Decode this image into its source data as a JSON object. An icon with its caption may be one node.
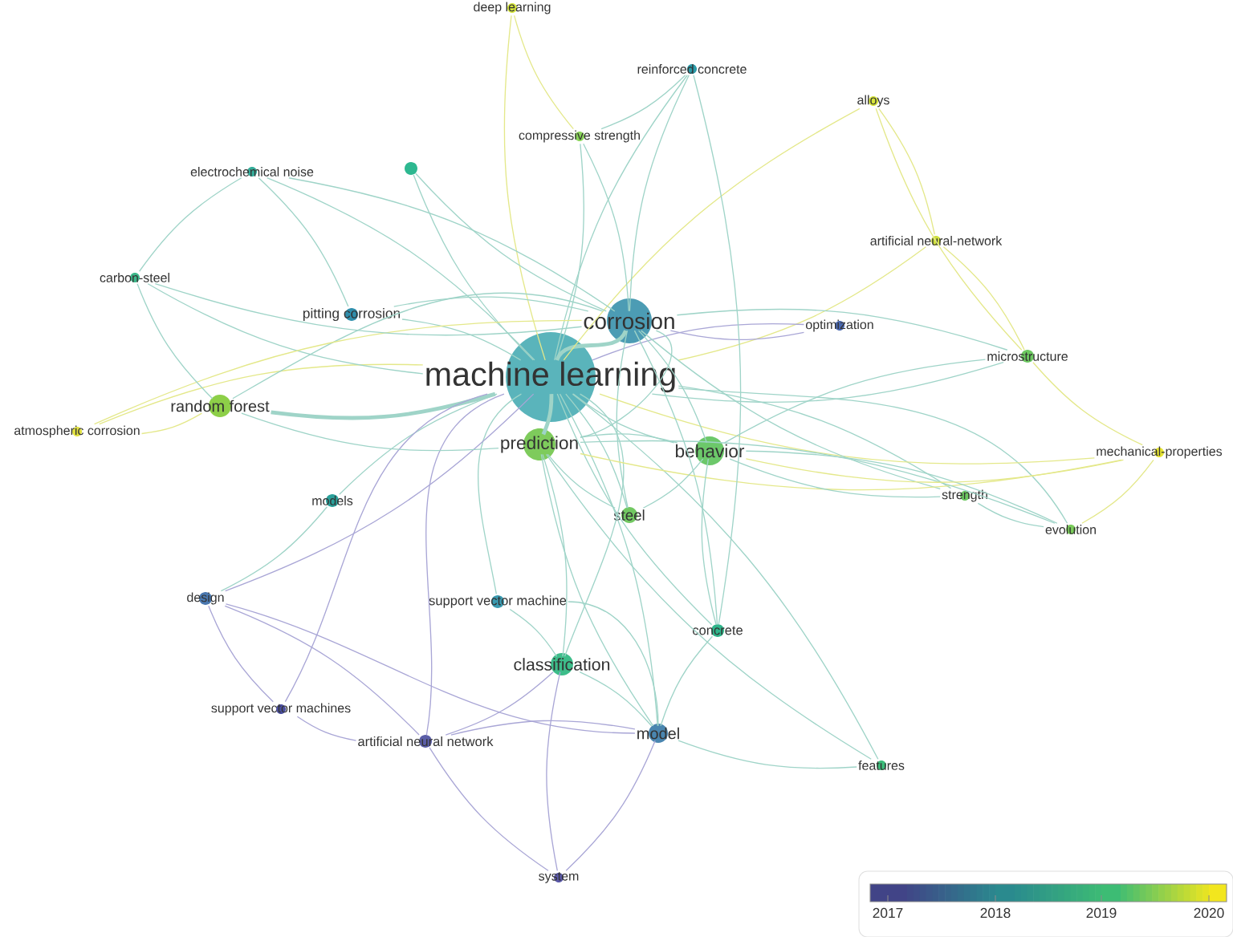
{
  "diagram": {
    "nodes": [
      {
        "text": [
          "machine learning"
        ]
      },
      {
        "text": [
          "corrosion"
        ]
      },
      {
        "text": [
          "prediction"
        ]
      },
      {
        "text": [
          "behavior"
        ]
      },
      {
        "text": [
          "steel"
        ]
      },
      {
        "text": [
          "classification"
        ]
      },
      {
        "text": [
          "model"
        ]
      },
      {
        "text": [
          "concrete"
        ]
      },
      {
        "text": [
          "support vector machine"
        ]
      },
      {
        "text": [
          "artificial neural network"
        ]
      },
      {
        "text": [
          "support vector machines"
        ]
      },
      {
        "text": [
          "design"
        ]
      },
      {
        "text": [
          "models"
        ]
      },
      {
        "text": [
          "random forest"
        ]
      },
      {
        "text": [
          "atmospheric corrosion"
        ]
      },
      {
        "text": [
          "carbon-steel"
        ]
      },
      {
        "text": [
          "electrochemical noise"
        ]
      },
      {
        "text": [],
        "shape": "circle"
      },
      {
        "text": [
          "pitting corrosion"
        ]
      },
      {
        "text": [
          "deep learning"
        ]
      },
      {
        "text": [
          "compressive strength"
        ]
      },
      {
        "text": [
          "reinforced concrete"
        ]
      },
      {
        "text": [
          "alloys"
        ]
      },
      {
        "text": [
          "artificial neural-network"
        ]
      },
      {
        "text": [
          "optimization"
        ]
      },
      {
        "text": [
          "microstructure"
        ]
      },
      {
        "text": [
          "mechanical-properties"
        ]
      },
      {
        "text": [
          "strength"
        ]
      },
      {
        "text": [
          "evolution"
        ]
      },
      {
        "text": [
          "features"
        ]
      },
      {
        "text": [
          "system"
        ]
      }
    ],
    "edges": [
      {
        "from": 0,
        "to": 1,
        "arrow": "none",
        "style": "thick"
      },
      {
        "from": 0,
        "to": 2,
        "arrow": "none",
        "style": "thick"
      },
      {
        "from": 0,
        "to": 3,
        "arrow": "none"
      },
      {
        "from": 0,
        "to": 4,
        "arrow": "none"
      },
      {
        "from": 0,
        "to": 5,
        "arrow": "none"
      },
      {
        "from": 0,
        "to": 6,
        "arrow": "none"
      },
      {
        "from": 0,
        "to": 7,
        "arrow": "none"
      },
      {
        "from": 0,
        "to": 8,
        "arrow": "none"
      },
      {
        "from": 0,
        "to": 9,
        "arrow": "none",
        "color": "#a9a6d6"
      },
      {
        "from": 0,
        "to": 11,
        "arrow": "none",
        "color": "#a9a6d6"
      },
      {
        "from": 0,
        "to": 12,
        "arrow": "none"
      },
      {
        "from": 0,
        "to": 13,
        "arrow": "none",
        "style": "thick"
      },
      {
        "from": 0,
        "to": 14,
        "arrow": "none",
        "color": "#e4e88a"
      },
      {
        "from": 0,
        "to": 15,
        "arrow": "none"
      },
      {
        "from": 0,
        "to": 16,
        "arrow": "none"
      },
      {
        "from": 0,
        "to": 17,
        "arrow": "none"
      },
      {
        "from": 0,
        "to": 18,
        "arrow": "none"
      },
      {
        "from": 0,
        "to": 19,
        "arrow": "none",
        "color": "#e4e88a"
      },
      {
        "from": 0,
        "to": 20,
        "arrow": "none"
      },
      {
        "from": 0,
        "to": 21,
        "arrow": "none"
      },
      {
        "from": 0,
        "to": 23,
        "arrow": "none",
        "color": "#e4e88a"
      },
      {
        "from": 0,
        "to": 24,
        "arrow": "none",
        "color": "#a9a6d6"
      },
      {
        "from": 0,
        "to": 25,
        "arrow": "none"
      },
      {
        "from": 0,
        "to": 27,
        "arrow": "none"
      },
      {
        "from": 0,
        "to": 28,
        "arrow": "none"
      },
      {
        "from": 0,
        "to": 29,
        "arrow": "none"
      },
      {
        "from": 9,
        "to": 30,
        "arrow": "none",
        "color": "#a9a6d6"
      },
      {
        "from": 0,
        "to": 22,
        "arrow": "none",
        "color": "#e4e88a"
      },
      {
        "from": 0,
        "to": 26,
        "arrow": "none",
        "color": "#e4e88a"
      },
      {
        "from": 0,
        "to": 10,
        "arrow": "none",
        "color": "#a9a6d6"
      },
      {
        "from": 1,
        "to": 2,
        "arrow": "none"
      },
      {
        "from": 1,
        "to": 3,
        "arrow": "none"
      },
      {
        "from": 1,
        "to": 4,
        "arrow": "none"
      },
      {
        "from": 1,
        "to": 13,
        "arrow": "none"
      },
      {
        "from": 1,
        "to": 14,
        "arrow": "none",
        "color": "#e4e88a"
      },
      {
        "from": 1,
        "to": 15,
        "arrow": "none"
      },
      {
        "from": 1,
        "to": 16,
        "arrow": "none"
      },
      {
        "from": 1,
        "to": 17,
        "arrow": "none"
      },
      {
        "from": 1,
        "to": 18,
        "arrow": "none"
      },
      {
        "from": 1,
        "to": 21,
        "arrow": "none"
      },
      {
        "from": 1,
        "to": 24,
        "arrow": "none",
        "color": "#a9a6d6"
      },
      {
        "from": 1,
        "to": 25,
        "arrow": "none"
      },
      {
        "from": 1,
        "to": 27,
        "arrow": "none"
      },
      {
        "from": 1,
        "to": 7,
        "arrow": "none"
      },
      {
        "from": 1,
        "to": 20,
        "arrow": "none"
      },
      {
        "from": 2,
        "to": 3,
        "arrow": "none"
      },
      {
        "from": 2,
        "to": 4,
        "arrow": "none"
      },
      {
        "from": 2,
        "to": 5,
        "arrow": "none"
      },
      {
        "from": 2,
        "to": 6,
        "arrow": "none"
      },
      {
        "from": 2,
        "to": 13,
        "arrow": "none"
      },
      {
        "from": 20,
        "to": 21,
        "arrow": "none"
      },
      {
        "from": 22,
        "to": 23,
        "arrow": "none",
        "color": "#e4e88a"
      },
      {
        "from": 2,
        "to": 26,
        "arrow": "none",
        "color": "#e4e88a"
      },
      {
        "from": 2,
        "to": 28,
        "arrow": "none"
      },
      {
        "from": 2,
        "to": 29,
        "arrow": "none"
      },
      {
        "from": 3,
        "to": 4,
        "arrow": "none"
      },
      {
        "from": 3,
        "to": 7,
        "arrow": "none"
      },
      {
        "from": 3,
        "to": 25,
        "arrow": "none"
      },
      {
        "from": 3,
        "to": 27,
        "arrow": "none"
      },
      {
        "from": 3,
        "to": 28,
        "arrow": "none"
      },
      {
        "from": 3,
        "to": 26,
        "arrow": "none",
        "color": "#e4e88a"
      },
      {
        "from": 5,
        "to": 6,
        "arrow": "none"
      },
      {
        "from": 5,
        "to": 8,
        "arrow": "none"
      },
      {
        "from": 5,
        "to": 9,
        "arrow": "none",
        "color": "#a9a6d6"
      },
      {
        "from": 5,
        "to": 30,
        "arrow": "none",
        "color": "#a9a6d6"
      },
      {
        "from": 6,
        "to": 7,
        "arrow": "none"
      },
      {
        "from": 6,
        "to": 29,
        "arrow": "none"
      },
      {
        "from": 6,
        "to": 30,
        "arrow": "none",
        "color": "#a9a6d6"
      },
      {
        "from": 6,
        "to": 9,
        "arrow": "none",
        "color": "#a9a6d6"
      },
      {
        "from": 6,
        "to": 8,
        "arrow": "none"
      },
      {
        "from": 11,
        "to": 10,
        "arrow": "none",
        "color": "#a9a6d6"
      },
      {
        "from": 11,
        "to": 9,
        "arrow": "none",
        "color": "#a9a6d6"
      },
      {
        "from": 11,
        "to": 12,
        "arrow": "none"
      },
      {
        "from": 11,
        "to": 6,
        "arrow": "none",
        "color": "#a9a6d6"
      },
      {
        "from": 10,
        "to": 9,
        "arrow": "none",
        "color": "#a9a6d6"
      },
      {
        "from": 15,
        "to": 16,
        "arrow": "none"
      },
      {
        "from": 15,
        "to": 13,
        "arrow": "none"
      },
      {
        "from": 16,
        "to": 18,
        "arrow": "none"
      },
      {
        "from": 19,
        "to": 20,
        "arrow": "none",
        "color": "#e4e88a"
      },
      {
        "from": 21,
        "to": 7,
        "arrow": "none"
      },
      {
        "from": 22,
        "to": 25,
        "arrow": "none",
        "color": "#e4e88a"
      },
      {
        "from": 23,
        "to": 25,
        "arrow": "none",
        "color": "#e4e88a"
      },
      {
        "from": 25,
        "to": 26,
        "arrow": "none",
        "color": "#e4e88a"
      },
      {
        "from": 26,
        "to": 28,
        "arrow": "none",
        "color": "#e4e88a"
      },
      {
        "from": 27,
        "to": 28,
        "arrow": "none"
      },
      {
        "from": 13,
        "to": 14,
        "arrow": "none",
        "color": "#e4e88a"
      }
    ],
    "legend": [
      {
        "text": "2017",
        "color": "#414487"
      },
      {
        "text": "2018",
        "color": "#2a8a8e"
      },
      {
        "text": "2019",
        "color": "#3dbc74"
      },
      {
        "text": "2020",
        "color": "#f2e61e"
      }
    ]
  }
}
